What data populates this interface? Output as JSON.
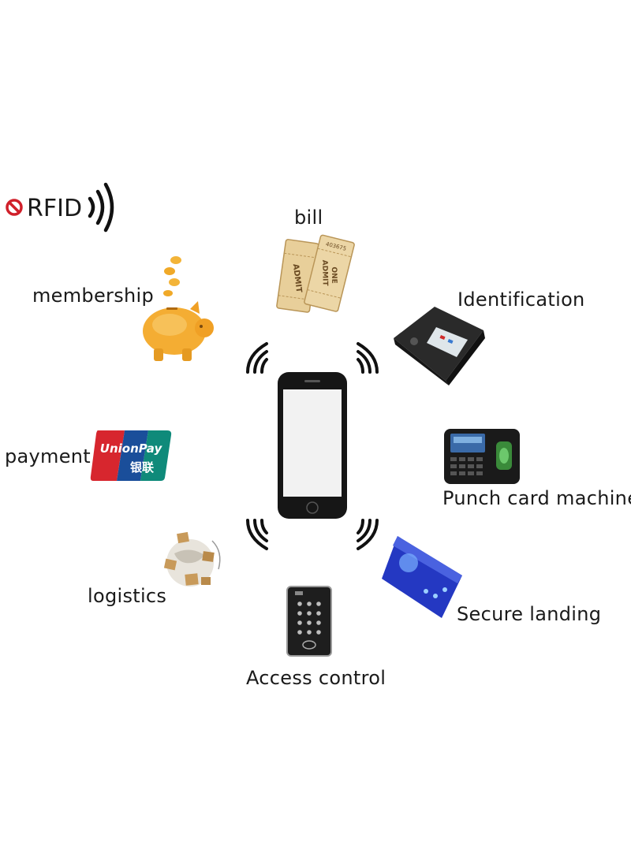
{
  "rfid": {
    "text": "RFID"
  },
  "labels": {
    "bill": "bill",
    "membership": "membership",
    "identification": "Identification",
    "payment": "payment",
    "punch": "Punch card machine",
    "logistics": "logistics",
    "secure": "Secure landing",
    "access": "Access control"
  },
  "ticket": {
    "line1": "ADMIT",
    "line2": "ONE",
    "number": "403675"
  },
  "unionpay": {
    "brand": "UnionPay",
    "cn": "银联"
  },
  "colors": {
    "wave": "#111111",
    "phone": "#161616",
    "screen": "#f2f2f2",
    "rfid_red": "#d0202a"
  }
}
